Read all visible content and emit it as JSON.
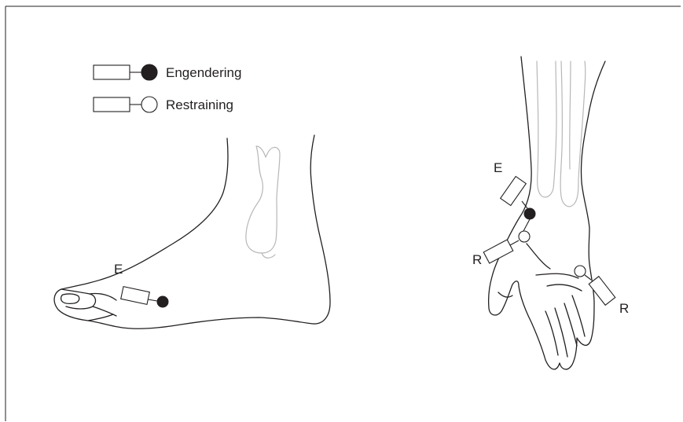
{
  "legend": {
    "items": [
      {
        "label": "Engendering",
        "symbol": "filled-circle-electrode-icon",
        "fill": "#231f20"
      },
      {
        "label": "Restraining",
        "symbol": "open-circle-electrode-icon",
        "fill": "#ffffff"
      }
    ]
  },
  "foot": {
    "marker_label": "E"
  },
  "hand": {
    "top_label": "E",
    "left_label": "R",
    "right_label": "R"
  },
  "colors": {
    "ink": "#231f20",
    "bone": "#b7b7b7",
    "background": "#ffffff"
  }
}
